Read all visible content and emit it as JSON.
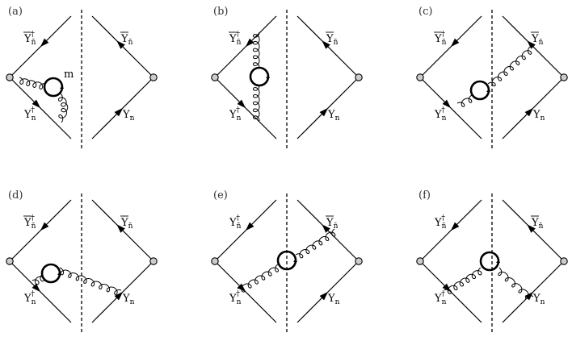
{
  "panels": [
    {
      "id": "a",
      "label": "(a)",
      "top_left": {
        "base": "Y",
        "bar": true,
        "sub": "n̄",
        "sup": "†"
      },
      "top_right": {
        "base": "Y",
        "bar": true,
        "sub": "n̄",
        "sup": ""
      },
      "bot_left": {
        "base": "Y",
        "bar": false,
        "sub": "n",
        "sup": "†"
      },
      "bot_right": {
        "base": "Y",
        "bar": false,
        "sub": "n",
        "sup": ""
      },
      "extra_label": "m"
    },
    {
      "id": "b",
      "label": "(b)",
      "top_left": {
        "base": "Y",
        "bar": true,
        "sub": "n̄",
        "sup": "†"
      },
      "top_right": {
        "base": "Y",
        "bar": true,
        "sub": "n̄",
        "sup": ""
      },
      "bot_left": {
        "base": "Y",
        "bar": false,
        "sub": "n",
        "sup": "†"
      },
      "bot_right": {
        "base": "Y",
        "bar": false,
        "sub": "n",
        "sup": ""
      },
      "extra_label": ""
    },
    {
      "id": "c",
      "label": "(c)",
      "top_left": {
        "base": "Y",
        "bar": true,
        "sub": "n̄",
        "sup": "†"
      },
      "top_right": {
        "base": "Y",
        "bar": true,
        "sub": "n̄",
        "sup": ""
      },
      "bot_left": {
        "base": "Y",
        "bar": false,
        "sub": "n",
        "sup": "†"
      },
      "bot_right": {
        "base": "Y",
        "bar": false,
        "sub": "n",
        "sup": ""
      },
      "extra_label": ""
    },
    {
      "id": "d",
      "label": "(d)",
      "top_left": {
        "base": "Y",
        "bar": true,
        "sub": "n̄",
        "sup": "†"
      },
      "top_right": {
        "base": "Y",
        "bar": true,
        "sub": "n̄",
        "sup": ""
      },
      "bot_left": {
        "base": "Y",
        "bar": false,
        "sub": "n",
        "sup": "†"
      },
      "bot_right": {
        "base": "Y",
        "bar": false,
        "sub": "n",
        "sup": ""
      },
      "extra_label": ""
    },
    {
      "id": "e",
      "label": "(e)",
      "top_left": {
        "base": "Y",
        "bar": false,
        "sub": "n̄",
        "sup": "†"
      },
      "top_right": {
        "base": "Y",
        "bar": true,
        "sub": "n̄",
        "sup": ""
      },
      "bot_left": {
        "base": "Y",
        "bar": false,
        "sub": "n",
        "sup": "†"
      },
      "bot_right": {
        "base": "Y",
        "bar": false,
        "sub": "n",
        "sup": ""
      },
      "extra_label": ""
    },
    {
      "id": "f",
      "label": "(f)",
      "top_left": {
        "base": "Y",
        "bar": false,
        "sub": "n̄",
        "sup": "†"
      },
      "top_right": {
        "base": "Y",
        "bar": true,
        "sub": "n̄",
        "sup": ""
      },
      "bot_left": {
        "base": "Y",
        "bar": false,
        "sub": "n",
        "sup": "†"
      },
      "bot_right": {
        "base": "Y",
        "bar": false,
        "sub": "n",
        "sup": ""
      },
      "extra_label": ""
    }
  ],
  "colors": {
    "line": "#000000",
    "vertex_fill": "#cccccc",
    "panel_label": "#333333"
  }
}
